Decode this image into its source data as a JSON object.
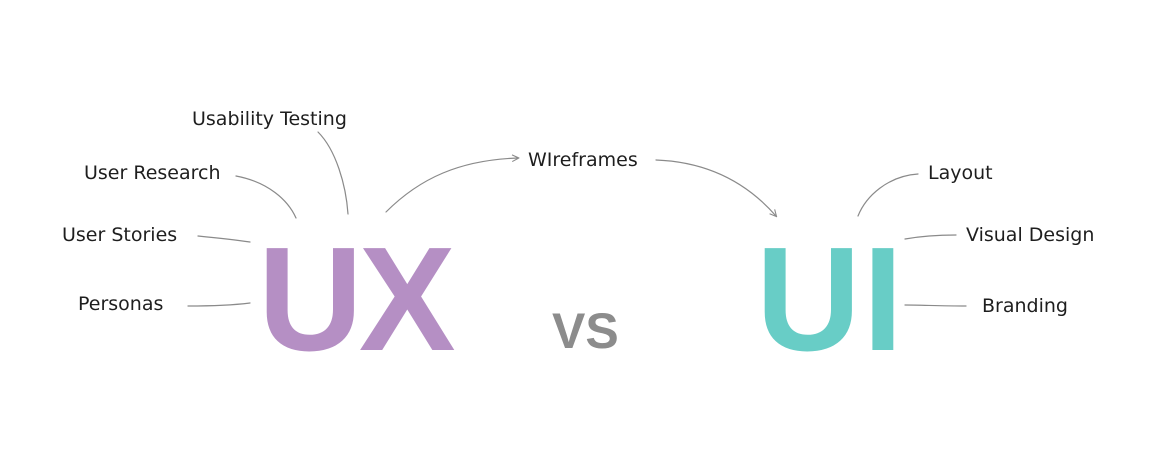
{
  "ux": {
    "title": "UX",
    "color": "#b58fc4",
    "topics": {
      "usability_testing": "Usability Testing",
      "user_research": "User Research",
      "user_stories": "User Stories",
      "personas": "Personas"
    }
  },
  "bridge": {
    "wireframes": "WIreframes",
    "vs": "VS",
    "vs_color": "#8c8c8c"
  },
  "ui": {
    "title": "UI",
    "color": "#68cdc6",
    "topics": {
      "layout": "Layout",
      "visual_design": "Visual Design",
      "branding": "Branding"
    }
  },
  "connector_color": "#8a8a8a"
}
